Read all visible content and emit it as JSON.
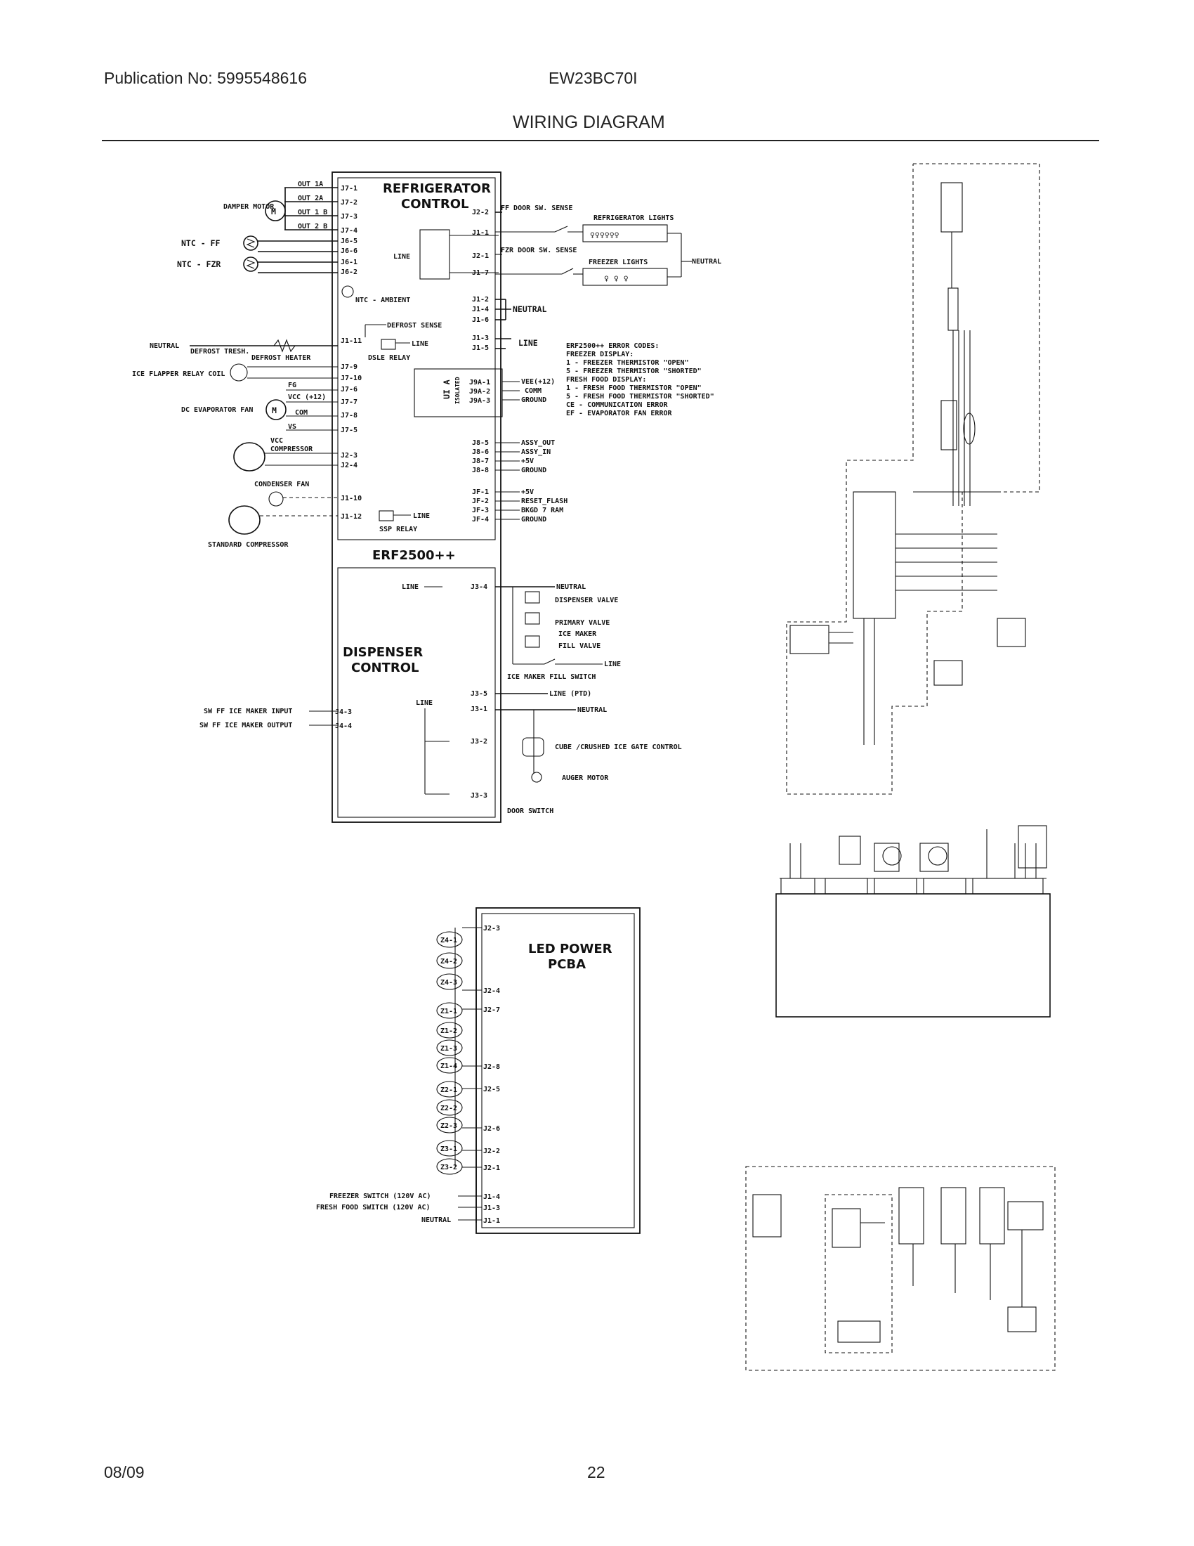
{
  "header": {
    "publication": "Publication No: 5995548616",
    "model": "EW23BC70I",
    "title": "WIRING DIAGRAM"
  },
  "footer": {
    "date": "08/09",
    "page": "22"
  },
  "refrigerator_control": {
    "title_line1": "REFRIGERATOR",
    "title_line2": "CONTROL",
    "board_name": "ERF2500++",
    "left_pins": [
      "J7-1",
      "J7-2",
      "J7-3",
      "J7-4",
      "J6-5",
      "J6-6",
      "J6-1",
      "J6-2"
    ],
    "left_pins_lower": [
      "J1-11",
      "J7-9",
      "J7-10",
      "J7-6",
      "J7-7",
      "J7-8",
      "J7-5",
      "J2-3",
      "J2-4",
      "J1-10",
      "J1-12"
    ],
    "right_pins": [
      "J2-2",
      "J1-1",
      "J2-1",
      "J1-7",
      "J1-2",
      "J1-4",
      "J1-6",
      "J1-3",
      "J1-5"
    ],
    "ui_pins": [
      "J9A-1",
      "J9A-2",
      "J9A-3"
    ],
    "ui_label": "UI A",
    "ui_sub": "ISOLATED",
    "j8_pins": [
      "J8-5",
      "J8-6",
      "J8-7",
      "J8-8"
    ],
    "jf_pins": [
      "JF-1",
      "JF-2",
      "JF-3",
      "JF-4"
    ],
    "damper_outputs": [
      "OUT 1A",
      "OUT 2A",
      "OUT 1 B",
      "OUT 2 B"
    ],
    "damper_motor": "DAMPER MOTOR",
    "ntc_ff": "NTC - FF",
    "ntc_fzr": "NTC - FZR",
    "ntc_ambient": "NTC - AMBIENT",
    "line": "LINE",
    "defrost_sense": "DEFROST SENSE",
    "dsle_relay": "DSLE RELAY",
    "neutral_left": "NEUTRAL",
    "defrost_thermostat": "DEFROST TRESH.",
    "defrost_heater": "DEFROST HEATER",
    "ice_flapper": "ICE FLAPPER RELAY COIL",
    "dc_evap_fan": "DC EVAPORATOR FAN",
    "fan_pins": [
      "FG",
      "VCC (+12)",
      "COM",
      "VS"
    ],
    "vcc": "VCC",
    "compressor": "COMPRESSOR",
    "condenser_fan": "CONDENSER FAN",
    "ssp_relay": "SSP RELAY",
    "standard_compressor": "STANDARD COMPRESSOR",
    "ff_door_sense": "FF DOOR SW. SENSE",
    "ref_lights": "REFRIGERATOR LIGHTS",
    "fzr_door_sense": "FZR DOOR SW. SENSE",
    "fzr_lights": "FREEZER LIGHTS",
    "neutral_right": "NEUTRAL",
    "neutral_big": "NEUTRAL",
    "line_big": "LINE",
    "ui_signals": [
      "VEE(+12)",
      "COMM",
      "GROUND"
    ],
    "j8_signals": [
      "ASSY_OUT",
      "ASSY_IN",
      "+5V",
      "GROUND"
    ],
    "jf_signals": [
      "+5V",
      "RESET_FLASH",
      "BKGD 7 RAM",
      "GROUND"
    ],
    "error_codes": [
      "ERF2500++ ERROR CODES:",
      "FREEZER DISPLAY:",
      "  1 - FREEZER THERMISTOR \"OPEN\"",
      "  5 - FREEZER THERMISTOR \"SHORTED\"",
      "FRESH FOOD DISPLAY:",
      "  1 - FRESH FOOD THERMISTOR \"OPEN\"",
      "  5 - FRESH FOOD THERMISTOR \"SHORTED\"",
      "CE - COMMUNICATION ERROR",
      "EF - EVAPORATOR FAN ERROR"
    ]
  },
  "dispenser_control": {
    "title_line1": "DISPENSER",
    "title_line2": "CONTROL",
    "line": "LINE",
    "line2": "LINE",
    "j3_4": "J3-4",
    "j3_5": "J3-5",
    "j3_1": "J3-1",
    "j3_2": "J3-2",
    "j3_3": "J3-3",
    "j4_3": "J4-3",
    "j4_4": "J4-4",
    "neutral_top": "NEUTRAL",
    "dispenser_valve": "DISPENSER VALVE",
    "primary_valve": "PRIMARY VALVE",
    "ice_maker": "ICE MAKER",
    "fill_valve": "FILL VALVE",
    "line_right": "LINE",
    "fill_switch": "ICE MAKER FILL SWITCH",
    "line_ptd": "LINE (PTD)",
    "neutral_mid": "NEUTRAL",
    "ice_gate": "CUBE /CRUSHED ICE GATE CONTROL",
    "auger_motor": "AUGER MOTOR",
    "door_switch": "DOOR SWITCH",
    "ice_maker_input": "SW FF ICE MAKER INPUT",
    "ice_maker_output": "SW FF ICE MAKER OUTPUT"
  },
  "led_power": {
    "title_line1": "LED POWER",
    "title_line2": "PCBA",
    "zones": [
      "Z4-1",
      "Z4-2",
      "Z4-3",
      "Z1-1",
      "Z1-2",
      "Z1-3",
      "Z1-4",
      "Z2-1",
      "Z2-2",
      "Z2-3",
      "Z3-1",
      "Z3-2"
    ],
    "pins": [
      "J2-3",
      "J2-4",
      "J2-7",
      "J2-8",
      "J2-5",
      "J2-6",
      "J2-2",
      "J2-1"
    ],
    "inputs": [
      "FREEZER SWITCH (120V AC)",
      "FRESH FOOD SWITCH (120V AC)",
      "NEUTRAL"
    ],
    "input_pins": [
      "J1-4",
      "J1-3",
      "J1-1"
    ]
  }
}
